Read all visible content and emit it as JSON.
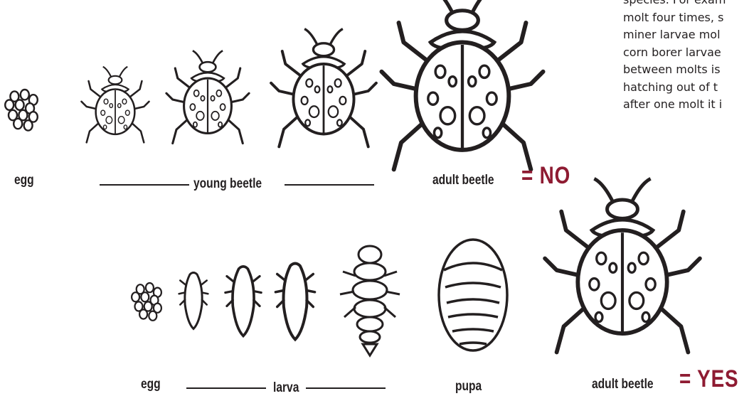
{
  "side_text": {
    "lines": [
      "species. For exam",
      "molt four times, s",
      "miner larvae mol",
      "corn borer larvae",
      "between molts is",
      "hatching out of t",
      "after one molt it i"
    ]
  },
  "top_row": {
    "egg_label": "egg",
    "young_label": "young beetle",
    "adult_label": "adult beetle",
    "verdict": "= NO"
  },
  "bottom_row": {
    "egg_label": "egg",
    "larva_label": "larva",
    "pupa_label": "pupa",
    "adult_label": "adult beetle",
    "verdict": "= YES"
  },
  "colors": {
    "ink": "#231f20",
    "verdict": "#8e1b32"
  }
}
